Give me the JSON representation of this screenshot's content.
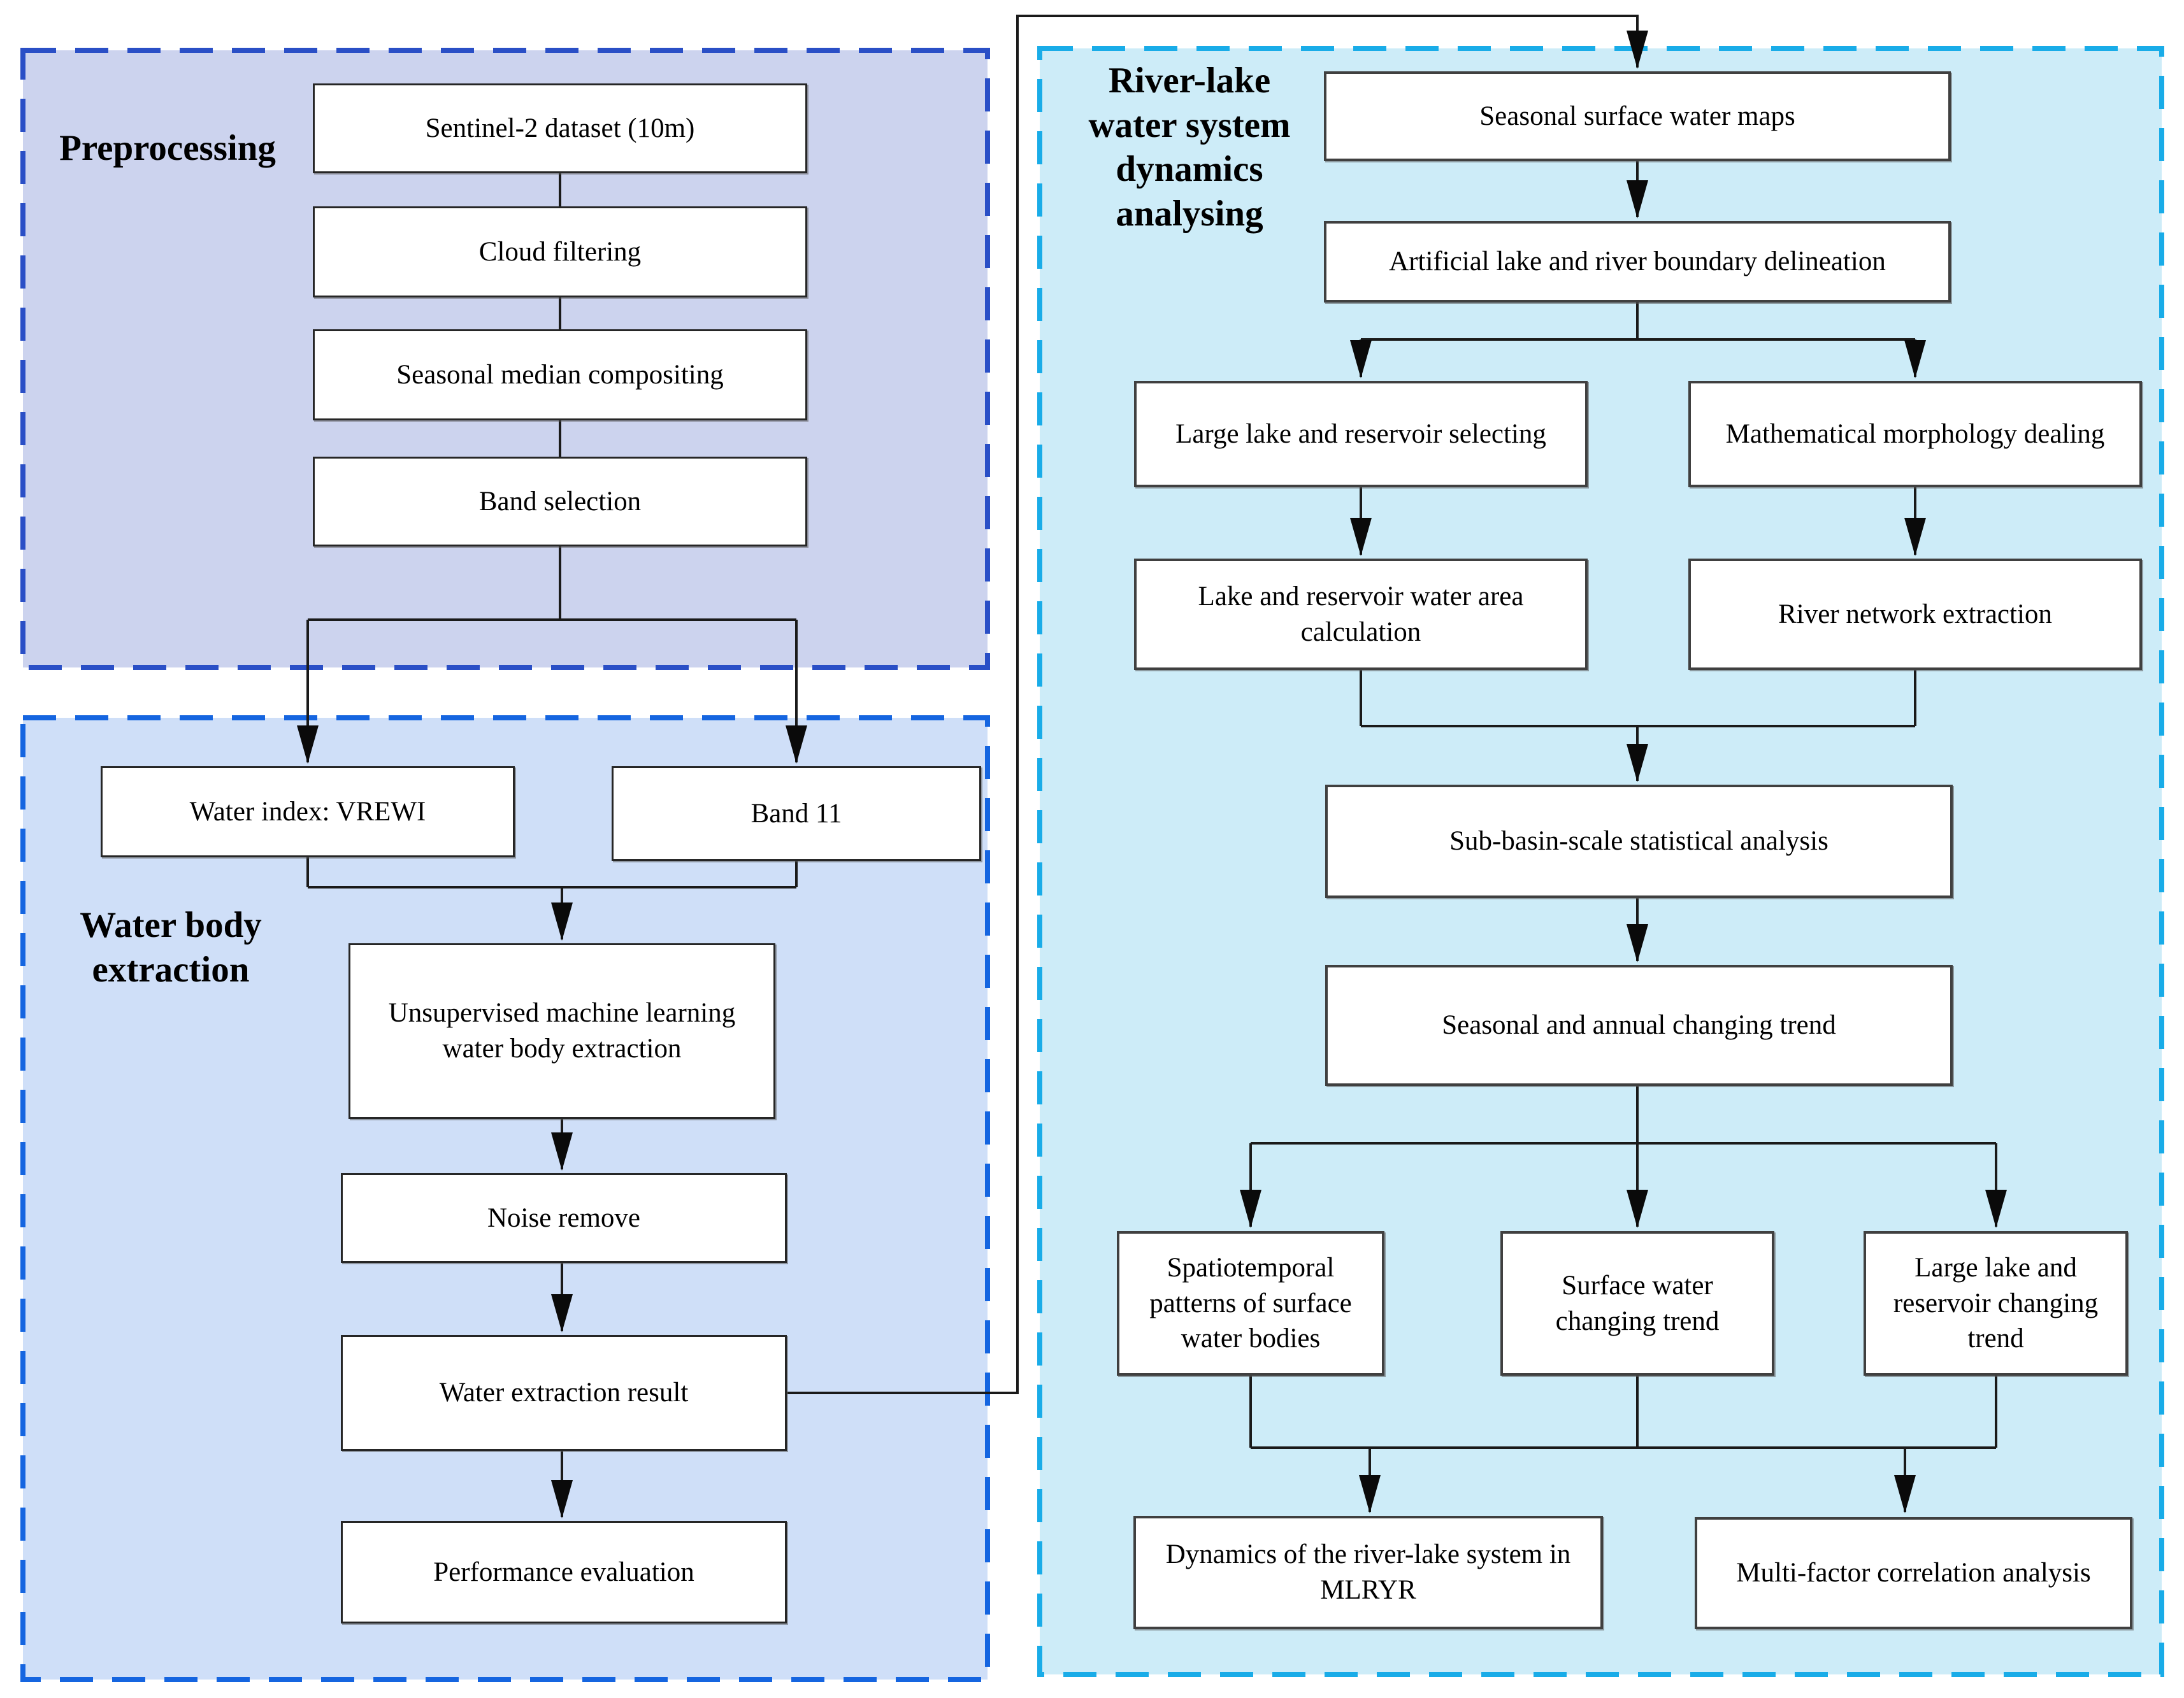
{
  "diagram_title": "Flowchart: surface water extraction and river-lake system dynamics analysis workflow",
  "sections": {
    "preprocessing": {
      "label": "Preprocessing"
    },
    "water_body": {
      "label": "Water body\nextraction"
    },
    "river_lake": {
      "label": "River-lake\nwater system\ndynamics\nanalysing"
    }
  },
  "nodes": {
    "sentinel": {
      "label": "Sentinel-2 dataset (10m)"
    },
    "cloud": {
      "label": "Cloud filtering"
    },
    "median": {
      "label": "Seasonal median compositing"
    },
    "band_selection": {
      "label": "Band selection"
    },
    "vrewi": {
      "label": "Water index: VREWI"
    },
    "band11": {
      "label": "Band 11"
    },
    "unsupervised": {
      "label": "Unsupervised machine learning water body extraction"
    },
    "noise": {
      "label": "Noise remove"
    },
    "water_result": {
      "label": "Water extraction result"
    },
    "performance": {
      "label": "Performance evaluation"
    },
    "seasonal_maps": {
      "label": "Seasonal surface water maps"
    },
    "boundary": {
      "label": "Artificial lake and river boundary delineation"
    },
    "lake_selecting": {
      "label": "Large lake and reservoir selecting"
    },
    "morphology": {
      "label": "Mathematical morphology dealing"
    },
    "lake_area": {
      "label": "Lake and reservoir water area calculation"
    },
    "river_network": {
      "label": "River network extraction"
    },
    "spatiotemporal": {
      "label": "Spatiotemporal patterns of surface water bodies"
    },
    "sw_trend": {
      "label": "Surface water changing trend"
    },
    "lake_trend": {
      "label": "Large lake and reservoir changing trend"
    },
    "dynamics": {
      "label": "Dynamics of the river-lake system in MLRYR"
    },
    "multifactor": {
      "label": "Multi-factor correlation analysis"
    }
  },
  "colors": {
    "preprocessing_fill": "#ccd3ee",
    "preprocessing_border": "#2a4fc6",
    "water_body_fill": "#cfdff8",
    "water_body_border": "#1565e0",
    "river_lake_fill": "#cdecf8",
    "river_lake_border": "#19ace8",
    "node_fill": "#ffffff",
    "node_border": "#262626",
    "wire": "#1a1a1a",
    "text": "#000000"
  }
}
